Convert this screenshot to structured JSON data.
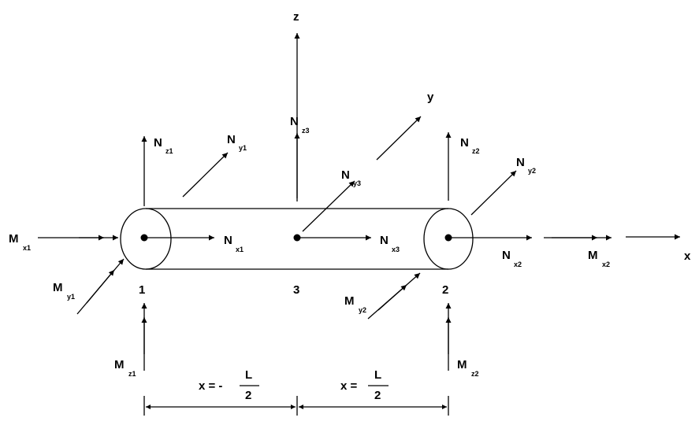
{
  "axes": {
    "x": "x",
    "y": "y",
    "z": "z"
  },
  "nodes": {
    "n1": "1",
    "n2": "2",
    "n3": "3"
  },
  "forces": {
    "nx1": {
      "main": "N",
      "sub": "x1"
    },
    "nx2": {
      "main": "N",
      "sub": "x2"
    },
    "nx3": {
      "main": "N",
      "sub": "x3"
    },
    "ny1": {
      "main": "N",
      "sub": "y1"
    },
    "ny2": {
      "main": "N",
      "sub": "y2"
    },
    "ny3": {
      "main": "N",
      "sub": "y3"
    },
    "nz1": {
      "main": "N",
      "sub": "z1"
    },
    "nz2": {
      "main": "N",
      "sub": "z2"
    },
    "nz3": {
      "main": "N",
      "sub": "z3"
    }
  },
  "moments": {
    "mx1": {
      "main": "M",
      "sub": "x1"
    },
    "mx2": {
      "main": "M",
      "sub": "x2"
    },
    "my1": {
      "main": "M",
      "sub": "y1"
    },
    "my2": {
      "main": "M",
      "sub": "y2"
    },
    "mz1": {
      "main": "M",
      "sub": "z1"
    },
    "mz2": {
      "main": "M",
      "sub": "z2"
    }
  },
  "dimensions": {
    "left": {
      "lhs": "x = -",
      "numerator": "L",
      "denominator": "2"
    },
    "right": {
      "lhs": "x =",
      "numerator": "L",
      "denominator": "2"
    }
  }
}
